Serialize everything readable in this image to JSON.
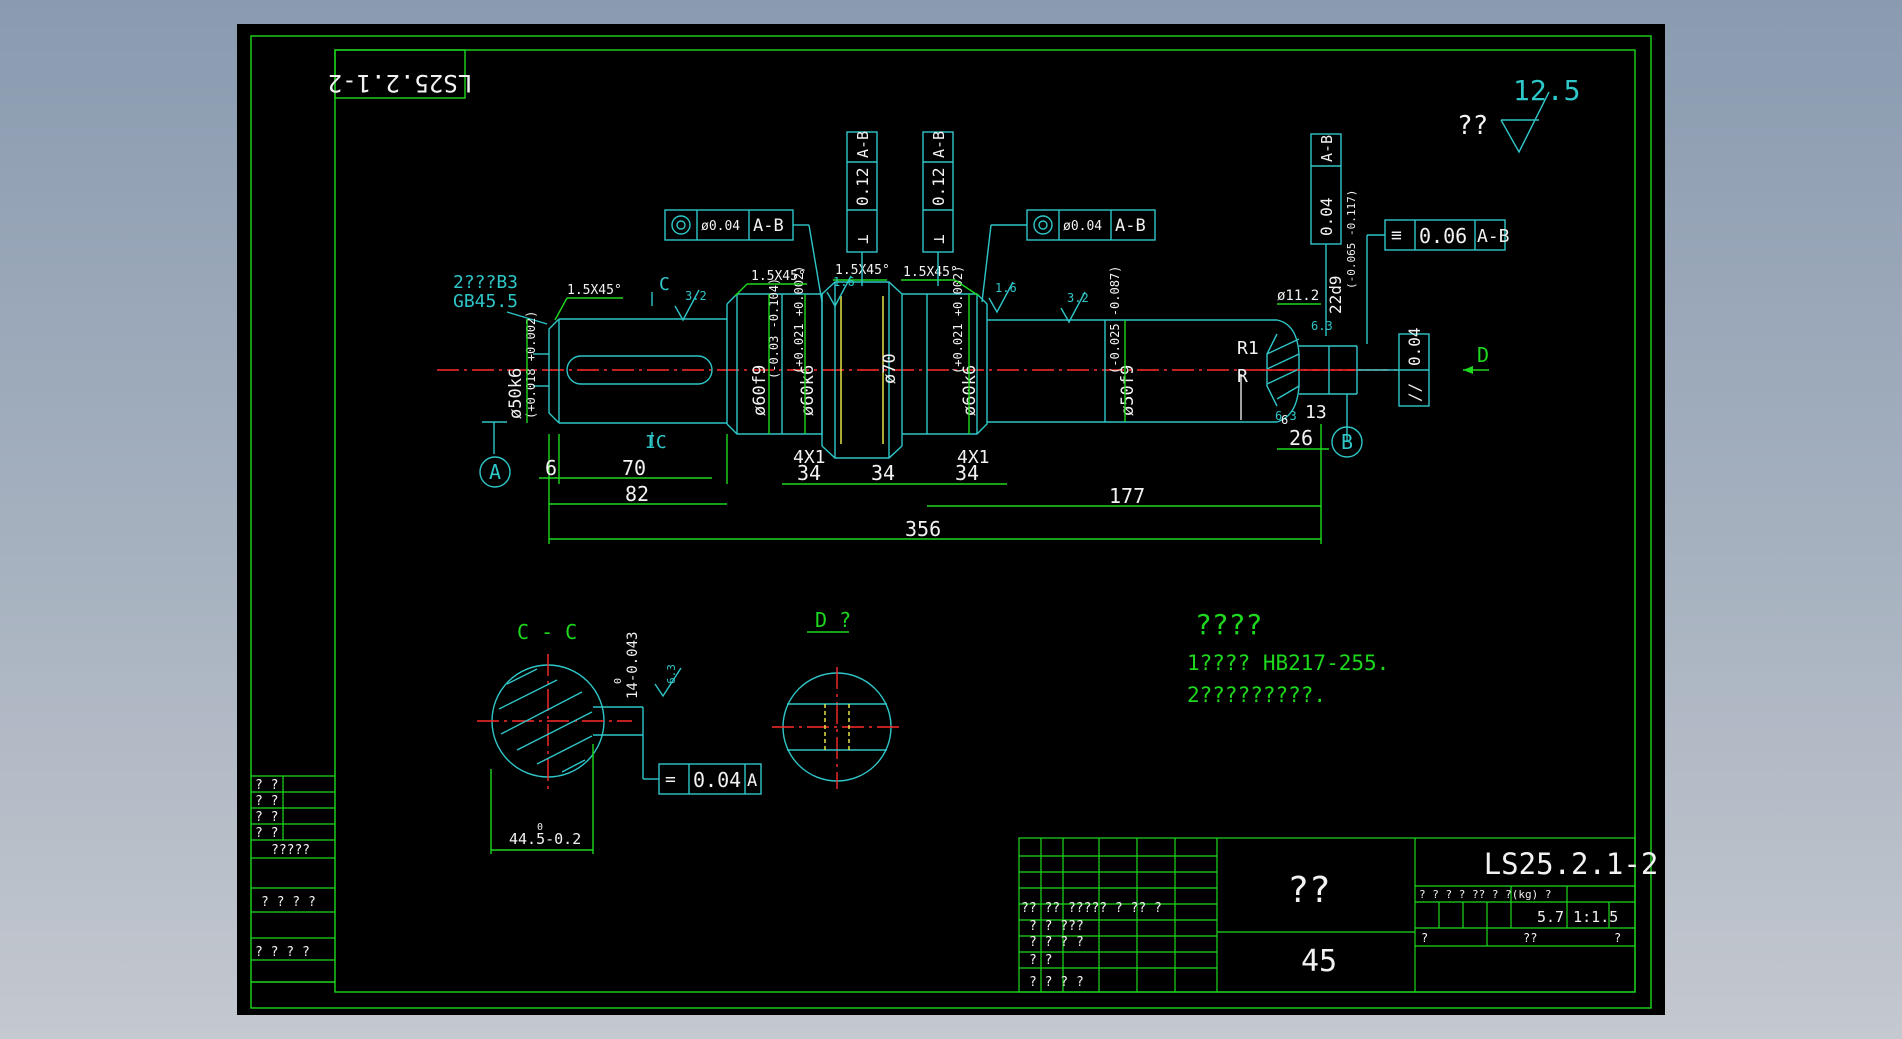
{
  "drawing": {
    "number": "LS25.2.1-2",
    "number_mirrored": "LS25.2.1-2",
    "material": "45",
    "part_name": "??",
    "weight_scale": "5.7 1:1.5",
    "roughness_other_label": "??",
    "roughness_other_value": "12.5",
    "tech_req_title": "????",
    "tech_req_1": "1???? HB217-255.",
    "tech_req_2": "2?????????.",
    "section_cc_label": "C - C",
    "section_d_label": "D ?",
    "center_hole_note_1": "2???B3",
    "center_hole_note_2": "GB45.5",
    "datum_a": "A",
    "datum_b": "B",
    "section_marker_c": "C",
    "section_marker_ic": "IC",
    "view_marker_d": "D"
  },
  "dimensions": {
    "d50k6": "ø50k6",
    "d50k6_tol": "(+0.018 +0.002)",
    "d60f9": "ø60f9",
    "d60f9_tol": "(-0.03 -0.104)",
    "d60k6_a": "ø60k6",
    "d60k6_a_tol": "(+0.021 +0.002)",
    "d70": "ø70",
    "d60k6_b": "ø60k6",
    "d60k6_b_tol": "(+0.021 +0.002)",
    "d50f9": "ø50f9",
    "d50f9_tol": "(-0.025 -0.087)",
    "d22d9": "22d9",
    "d22d9_tol": "(-0.065 -0.117)",
    "d11_2": "ø11.2",
    "chamfer_1": "1.5X45°",
    "chamfer_2": "1.5X45°",
    "chamfer_3": "1.5X45°",
    "chamfer_4": "1.5X45°",
    "r1": "R1",
    "r2": "R",
    "len_6": "6",
    "len_70": "70",
    "len_82": "82",
    "len_34a": "34",
    "len_34b": "34",
    "len_34c": "34",
    "len_4x1a": "4X1",
    "len_4x1b": "4X1",
    "len_177": "177",
    "len_356": "356",
    "len_26": "26",
    "len_13": "13",
    "len_6b": "6",
    "key_depth": "14-0.043",
    "key_depth_sup": "0",
    "key_width": "44.5-0.2",
    "key_width_sup": "0",
    "ra_3_2a": "3.2",
    "ra_3_2b": "3.2",
    "ra_1_6a": "1.6",
    "ra_1_6b": "1.6",
    "ra_6_3a": "6.3",
    "ra_6_3b": "6.3",
    "ra_6_3c": "6.3"
  },
  "tolerances": {
    "concentric_1": {
      "value": "ø0.04",
      "ref": "A-B"
    },
    "concentric_2": {
      "value": "ø0.04",
      "ref": "A-B"
    },
    "perp_1": {
      "value": "0.12",
      "ref": "A-B"
    },
    "perp_2": {
      "value": "0.12",
      "ref": "A-B"
    },
    "sym_1": {
      "value": "0.04",
      "ref": "A-B"
    },
    "sym_2": {
      "value": "0.06",
      "ref": "A-B"
    },
    "parallel_1": {
      "value": "0.04",
      "ref": ""
    },
    "sym_key": {
      "value": "0.04",
      "ref": "A"
    }
  },
  "left_table": [
    "? ?",
    "? ?",
    "? ?",
    "? ?",
    "?????",
    "? ? ? ?",
    "? ? ?   ?"
  ],
  "title_block": {
    "left_rows": [
      "?? ??   ????? ?   ?? ?",
      "? ?           ???",
      "? ?           ? ?",
      "? ?",
      "? ?           ? ?"
    ],
    "header_row": "? ? ? ? ??  ? ?(kg) ?",
    "bottom_left": "?",
    "bottom_mid": "??",
    "bottom_right": "?"
  },
  "colors": {
    "background": "#000000",
    "frame": "#1ed81e",
    "outline": "#2fc6c8",
    "centerline": "#ff2a2a",
    "text": "#f2f2f2"
  }
}
